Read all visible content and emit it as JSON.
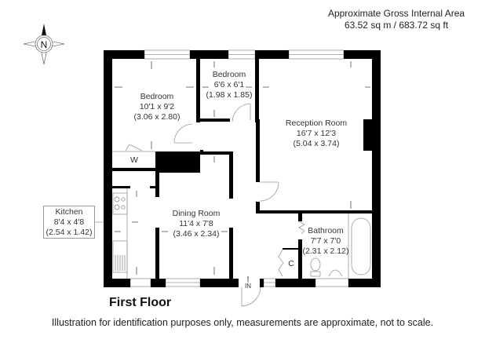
{
  "header": {
    "area_title": "Approximate Gross Internal Area",
    "area_value": "63.52 sq m / 683.72 sq ft"
  },
  "compass": {
    "label": "N",
    "icon": "north-compass-icon"
  },
  "rooms": [
    {
      "name": "Bedroom",
      "imperial": "10'1 x 9'2",
      "metric": "(3.06 x 2.80)"
    },
    {
      "name": "Bedroom",
      "imperial": "6'6 x 6'1",
      "metric": "(1.98 x 1.85)"
    },
    {
      "name": "Reception Room",
      "imperial": "16'7 x 12'3",
      "metric": "(5.04 x 3.74)"
    },
    {
      "name": "Kitchen",
      "imperial": "8'4 x 4'8",
      "metric": "(2.54 x 1.42)"
    },
    {
      "name": "Dining Room",
      "imperial": "11'4 x 7'8",
      "metric": "(3.46 x 2.34)"
    },
    {
      "name": "Bathroom",
      "imperial": "7'7 x 7'0",
      "metric": "(2.31 x 2.12)"
    }
  ],
  "cupboards": {
    "wardrobe": "W",
    "closet": "C"
  },
  "entrance": {
    "label": "IN"
  },
  "floor_title": "First Floor",
  "disclaimer": "Illustration for identification purposes only, measurements are approximate, not to scale.",
  "colors": {
    "wall": "#000000",
    "line": "#888888",
    "background": "#ffffff"
  }
}
